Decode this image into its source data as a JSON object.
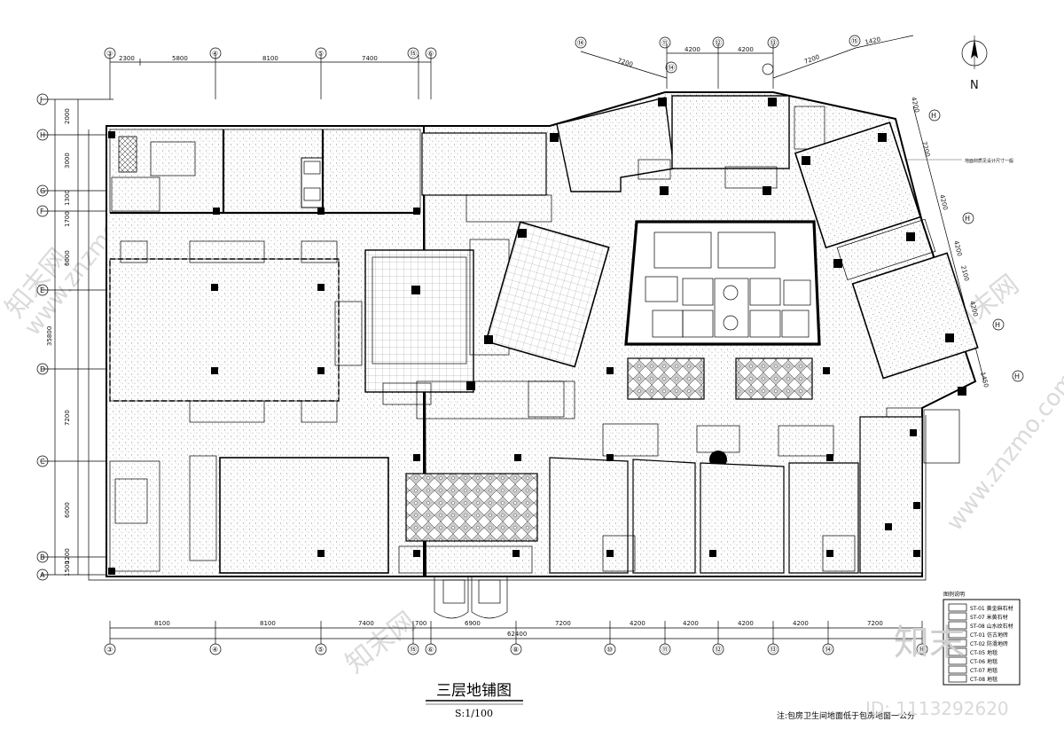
{
  "drawing": {
    "title": "三层地铺图",
    "scale": "S:1/100",
    "note": "注:包房卫生间地面低于包房地面一公分",
    "north_label": "N",
    "watermark_id": "ID: 1113292620",
    "watermark_site": "www.znzmo.com",
    "watermark_brand": "知末网",
    "watermark_logo": "知末"
  },
  "axes_top": [
    "③",
    "④",
    "⑤",
    "⑮",
    "⑥"
  ],
  "axes_top_right": [
    "⑭",
    "⑪",
    "⑫",
    "⑬",
    "⑭",
    "⑮"
  ],
  "axes_bottom": [
    "③",
    "④",
    "⑤",
    "⑮",
    "⑥",
    "⑧",
    "⑩",
    "⑪",
    "⑫",
    "⑬",
    "⑭",
    "⑯"
  ],
  "axes_left": [
    "J",
    "H",
    "G",
    "F",
    "E",
    "D",
    "C",
    "B",
    "A"
  ],
  "axes_right": [
    "H",
    "H",
    "H",
    "H"
  ],
  "dims_top": [
    "2300",
    "5800",
    "8100",
    "7400"
  ],
  "dims_top_right": [
    "7200",
    "4200",
    "4200",
    "7200",
    "1420"
  ],
  "dims_left": [
    "2000",
    "3000",
    "1300",
    "1700",
    "6000",
    "35800",
    "7200",
    "6000",
    "1200",
    "1500"
  ],
  "dims_bottom": [
    "8100",
    "8100",
    "7400",
    "700",
    "6900",
    "7200",
    "4200",
    "4200",
    "4200",
    "4200",
    "7200"
  ],
  "dims_bottom_total": "62400",
  "dims_right": [
    "4200",
    "7200",
    "4200",
    "4200",
    "2100",
    "4200",
    "1450"
  ],
  "annotation_right": "地面材质见设计尺寸一般",
  "legend": {
    "title": "图例说明",
    "items": [
      "ST-01 黄金麻石材",
      "ST-07 米黄石材",
      "ST-08 山水纹石材",
      "CT-01 仿古地砖",
      "CT-02 防滑地砖",
      "CT-05 地毯",
      "CT-06 地毯",
      "CT-07 地毯",
      "CT-08 地毯"
    ]
  },
  "colors": {
    "line": "#000000",
    "background": "#ffffff",
    "watermark": "#bcbcbc"
  }
}
